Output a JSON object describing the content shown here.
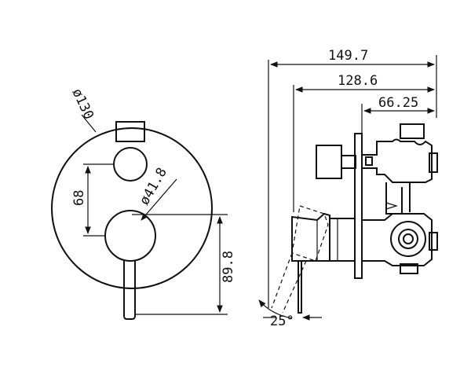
{
  "dimensions": {
    "outer_diameter": "ø130",
    "knob_diameter": "ø41.8",
    "knob_spacing": "68",
    "plate_center_to_lever": "89.8",
    "overall_depth": "149.7",
    "body_depth": "128.6",
    "plate_to_valve": "66.25",
    "lever_angle": "25°"
  }
}
